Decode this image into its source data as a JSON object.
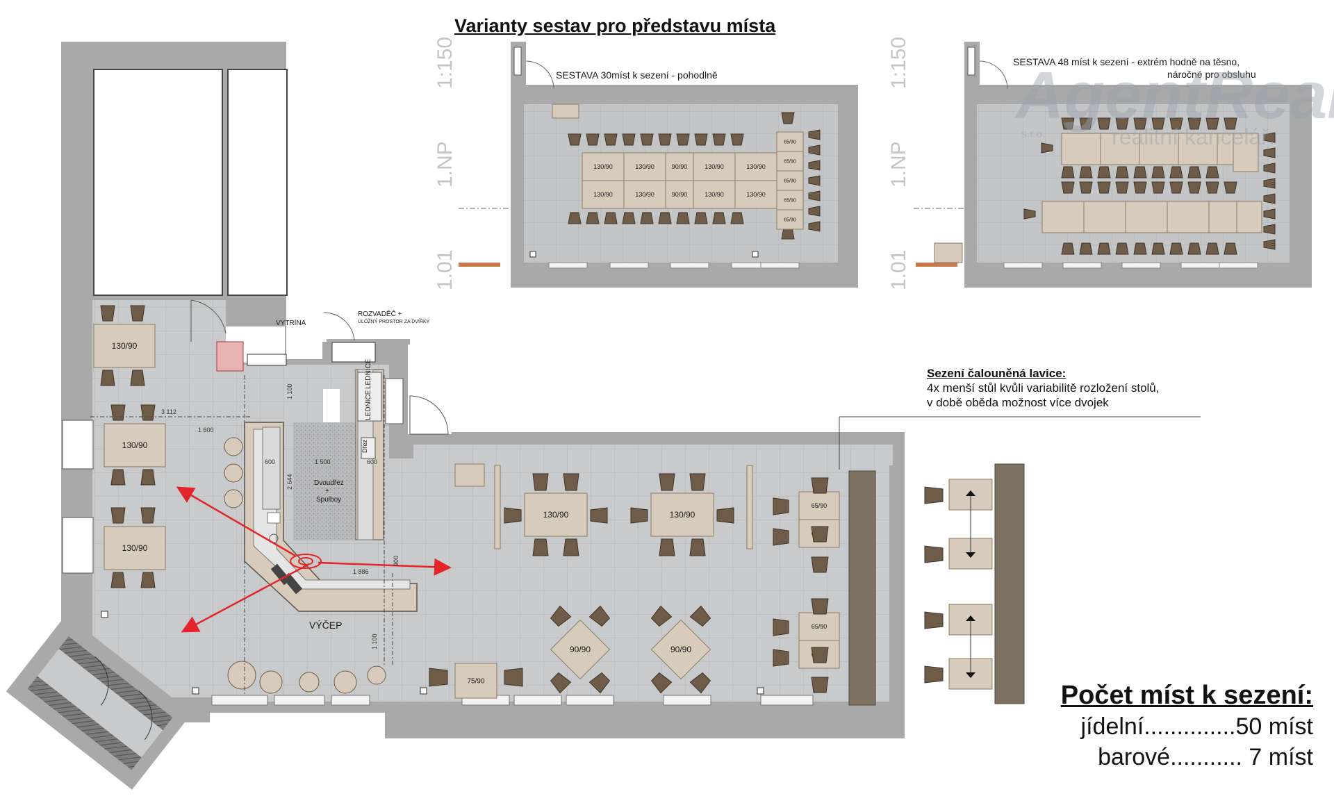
{
  "title": "Varianty sestav pro představu místa",
  "scale_labels": [
    "1:150",
    "1.NP",
    "1.01"
  ],
  "variants": [
    {
      "label": "SESTAVA 30míst k sezení - pohodlně",
      "tables_top": [
        "130/90",
        "130/90",
        "90/90",
        "130/90",
        "130/90"
      ],
      "tables_bottom": [
        "130/90",
        "130/90",
        "90/90",
        "130/90",
        "130/90"
      ],
      "side_tables": [
        "65/90",
        "65/90",
        "65/90",
        "65/90",
        "65/90"
      ]
    },
    {
      "label_line1": "SESTAVA 48 míst k sezení - extrém hodně na těsno,",
      "label_line2": "náročné pro obsluhu"
    }
  ],
  "watermark": {
    "brand": "AgentReal",
    "sub_left": "s.r.o.",
    "sub_right": "realitní kancelář"
  },
  "labels": {
    "vytrina": "VYTRÍNA",
    "rozvadec": "ROZVADĚČ +",
    "ulozny": "ÚLOŽNÝ PROSTOR ZA DVÍŘKY",
    "lednice1": "LEDNICE",
    "lednice2": "LEDNICE",
    "dvoudrez_1": "Dvoudřez",
    "dvoudrez_2": "+",
    "dvoudrez_3": "Spulboy",
    "drez": "Dřez",
    "vycep": "VÝČEP"
  },
  "dimensions": [
    "3 112",
    "1 600",
    "1 500",
    "600",
    "600",
    "1 100",
    "2 644",
    "1 886",
    "1 100",
    "900"
  ],
  "tables": {
    "left_top": "130/90",
    "left_mid": "130/90",
    "left_low": "130/90",
    "main_a": "130/90",
    "main_b": "130/90",
    "diamond_a": "90/90",
    "diamond_b": "90/90",
    "small": "75/90",
    "bench": [
      "65/90",
      "65/90",
      "65/90",
      "65/90"
    ]
  },
  "note": {
    "heading": "Sezení čalouněná lavice:",
    "line1": "4x menší stůl kvůli variabilitě rozložení stolů,",
    "line2": "v době oběda možnost více dvojek"
  },
  "seating": {
    "heading": "Počet míst k sezení:",
    "dining": "jídelní..............50 míst",
    "bar": "barové...........  7 míst"
  },
  "colors": {
    "wall": "#a9a9aa",
    "floor": "#c9cacb",
    "furniture": "#d7cbbb",
    "chair": "#6e5c49",
    "bench": "#7d7162",
    "arrow": "#e3242b"
  }
}
